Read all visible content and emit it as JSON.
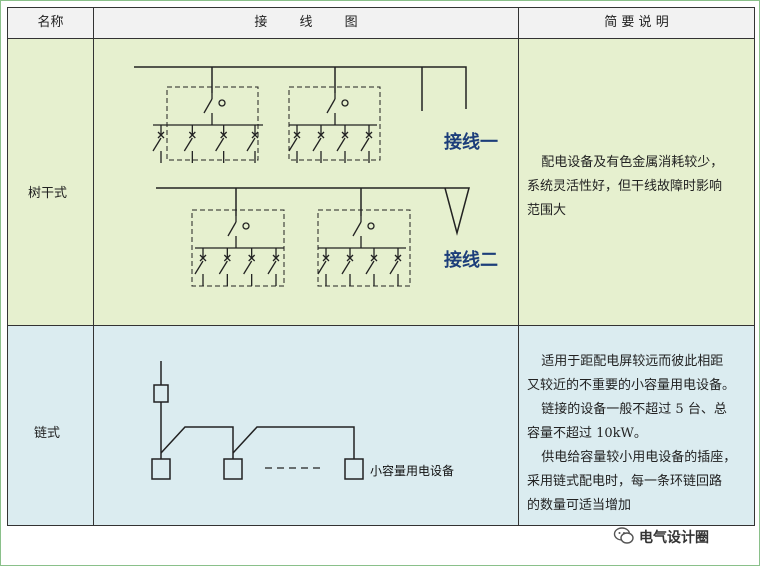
{
  "table": {
    "headers": {
      "name": "名称",
      "diagram": "接 线 图",
      "desc": "简 要 说 明"
    },
    "rows": [
      {
        "name": "树干式",
        "labels": {
          "line1": "接线一",
          "line2": "接线二"
        },
        "desc": [
          "配电设备及有色金属消耗较少，",
          "系统灵活性好，但干线故障时影响",
          "范围大"
        ]
      },
      {
        "name": "链式",
        "device_label": "小容量用电设备",
        "desc": [
          "适用于距配电屏较远而彼此相距",
          "又较近的不重要的小容量用电设备。",
          "链接的设备一般不超过 5 台、总",
          "容量不超过 10kW。",
          "供电给容量较小用电设备的插座，",
          "采用链式配电时，每一条环链回路",
          "的数量可适当增加"
        ]
      }
    ]
  },
  "watermark": {
    "text": "电气设计圈",
    "icon": "wechat-icon"
  }
}
